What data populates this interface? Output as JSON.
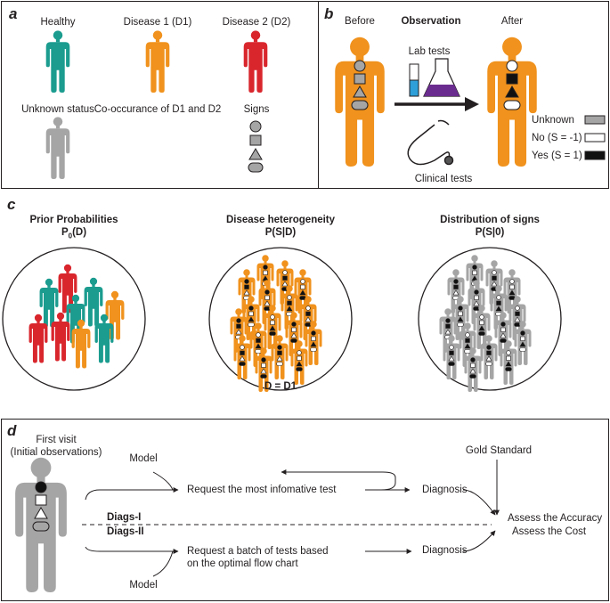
{
  "colors": {
    "healthy": "#1b9c8f",
    "d1": "#f0921d",
    "d2": "#d9262d",
    "unknown": "#a5a5a5",
    "line": "#231f20",
    "purple": "#6a2c8e",
    "blue": "#2e9fd8"
  },
  "panels": {
    "a": {
      "letter": "a",
      "healthy": "Healthy",
      "d1": "Disease 1 (D1)",
      "d2": "Disease 2 (D2)",
      "unknown": "Unknown status",
      "cooc": "Co-occurance of D1 and D2",
      "signs": "Signs"
    },
    "b": {
      "letter": "b",
      "before": "Before",
      "observation": "Observation",
      "after": "After",
      "lab": "Lab tests",
      "clinical": "Clinical tests",
      "legend": [
        {
          "label": "Unknown",
          "swatch": "#a5a5a5"
        },
        {
          "label": "No (S = -1)",
          "swatch": "#ffffff"
        },
        {
          "label": "Yes (S = 1)",
          "swatch": "#111111"
        }
      ]
    },
    "c": {
      "letter": "c",
      "prior_title": "Prior Probabilities",
      "prior_sub": "P",
      "prior_sub_idx": "0",
      "prior_sub_tail": "(D)",
      "het_title": "Disease heterogeneity",
      "het_sub": "P(S|D)",
      "het_label": "D = D1",
      "dist_title": "Distribution of signs",
      "dist_sub": "P(S|0)"
    },
    "d": {
      "letter": "d",
      "first_visit": "First visit",
      "initial": "(Initial observations)",
      "model": "Model",
      "request_top": "Request the most infomative test",
      "diagnosis": "Diagnosis",
      "gold": "Gold Standard",
      "diags1": "Diags-I",
      "diags2": "Diags-II",
      "accuracy": "Assess the Accuracy",
      "cost": "Assess the Cost",
      "request_bot1": "Request a batch of tests based",
      "request_bot2": "on the optimal flow chart"
    }
  }
}
